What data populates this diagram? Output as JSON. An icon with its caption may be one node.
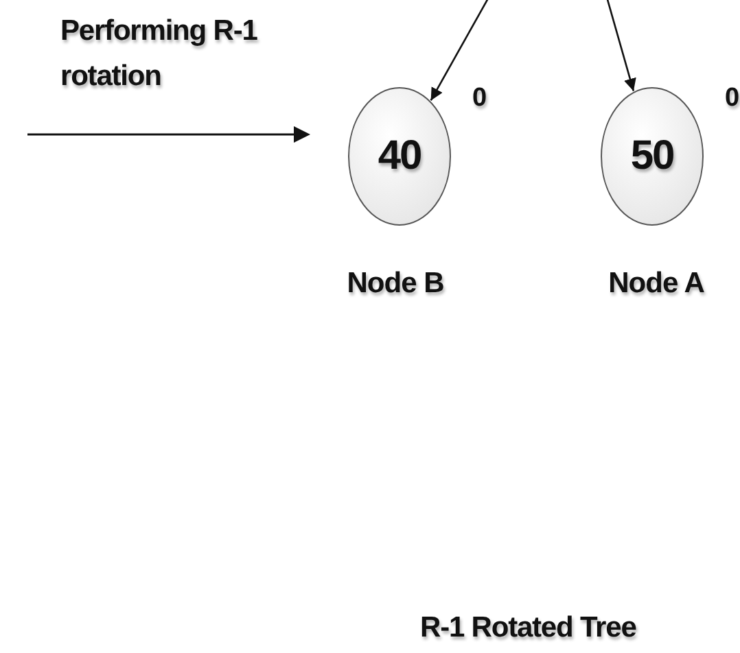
{
  "diagram": {
    "caption": "R-1 Rotated Tree",
    "nodes": [
      {
        "text": [
          "40"
        ],
        "beside": [
          "0",
          "Node B"
        ]
      },
      {
        "text": [
          "50"
        ],
        "beside": [
          "0",
          "Node A"
        ]
      }
    ],
    "edges": [
      {
        "from": null,
        "to": 0,
        "arrow": "to"
      },
      {
        "from": null,
        "to": 1,
        "arrow": "to"
      }
    ],
    "labels": [
      "Performing R-1 rotation"
    ]
  }
}
